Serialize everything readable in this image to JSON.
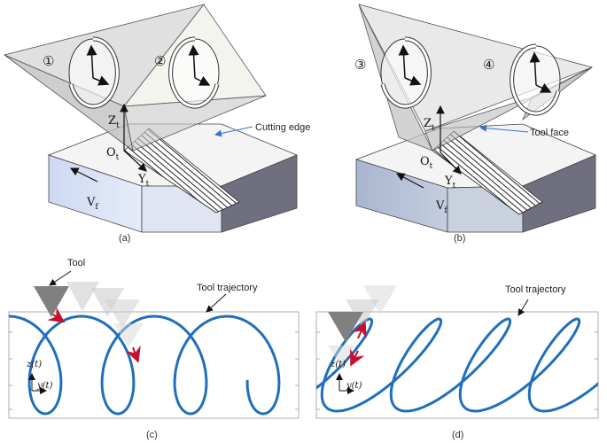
{
  "panels": {
    "a": {
      "caption": "(a)",
      "markers": [
        "①",
        "②"
      ],
      "label_cutting_edge": "Cutting edge",
      "axis_z": "Z",
      "axis_z_sub": "t",
      "axis_o": "O",
      "axis_o_sub": "t",
      "axis_y": "Y",
      "axis_y_sub": "t",
      "feed": "V",
      "feed_sub": "f"
    },
    "b": {
      "caption": "(b)",
      "markers": [
        "③",
        "④"
      ],
      "label_tool_face": "Tool face",
      "axis_z": "Z",
      "axis_z_sub": "t",
      "axis_o": "O",
      "axis_o_sub": "t",
      "axis_y": "Y",
      "axis_y_sub": "t",
      "feed": "V",
      "feed_sub": "f"
    },
    "c": {
      "caption": "(c)",
      "label_tool": "Tool",
      "label_trajectory": "Tool trajectory",
      "z_label": "z(t)",
      "y_label": "y(t)"
    },
    "d": {
      "caption": "(d)",
      "label_trajectory": "Tool trajectory",
      "z_label": "z(t)",
      "y_label": "y(t)"
    }
  },
  "colors": {
    "trajectory": "#1f6fba",
    "arrow_red": "#c8102e",
    "tool_gray": "#808080"
  }
}
